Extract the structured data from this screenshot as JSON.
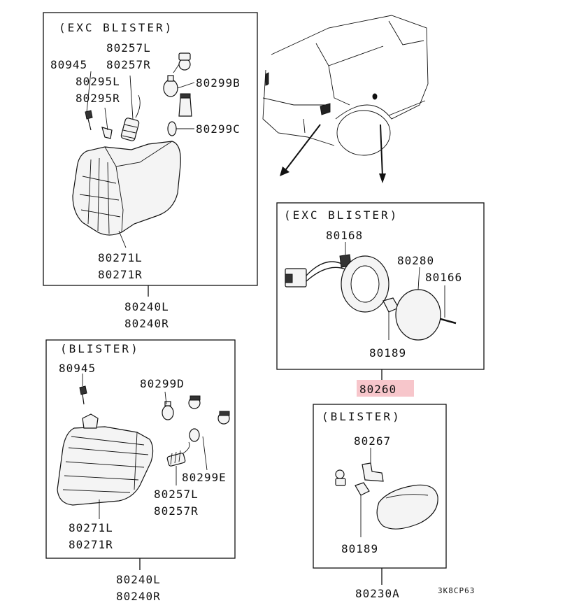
{
  "groups": {
    "front_exc": {
      "header": "(EXC BLISTER)",
      "labels": {
        "p80257": [
          "80257L",
          "80257R"
        ],
        "p80945": "80945",
        "p80295": [
          "80295L",
          "80295R"
        ],
        "p80299b": "80299B",
        "p80299c": "80299C",
        "p80271": [
          "80271L",
          "80271R"
        ]
      },
      "assembly": [
        "80240L",
        "80240R"
      ]
    },
    "front_blister": {
      "header": "(BLISTER)",
      "labels": {
        "p80945": "80945",
        "p80299d": "80299D",
        "p80257": [
          "80257L",
          "80257R"
        ],
        "p80299e": "80299E",
        "p80271": [
          "80271L",
          "80271R"
        ]
      },
      "assembly": [
        "80240L",
        "80240R"
      ]
    },
    "side_exc": {
      "header": "(EXC BLISTER)",
      "labels": {
        "p80168": "80168",
        "p80280": "80280",
        "p80166": "80166",
        "p80189": "80189"
      },
      "assembly": "80260",
      "highlight_color": "#f7c6cb"
    },
    "side_blister": {
      "header": "(BLISTER)",
      "labels": {
        "p80267": "80267",
        "p80189": "80189"
      },
      "assembly": "80230A"
    }
  },
  "diagram_code": "3K8CP63"
}
